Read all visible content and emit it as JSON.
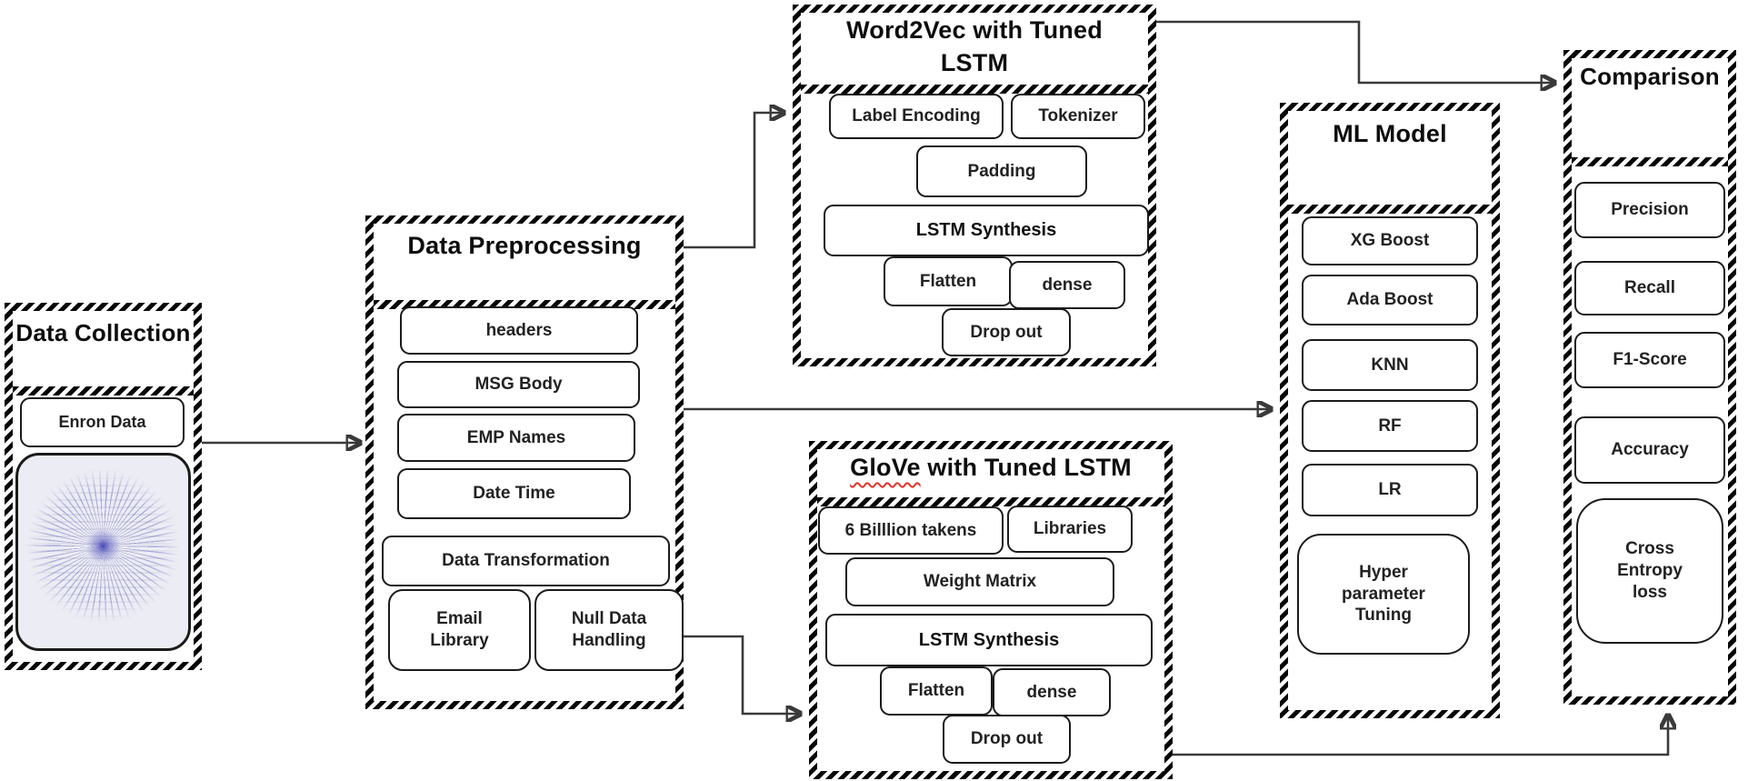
{
  "colors": {
    "border_black": "#1b1b1b",
    "hatch_black": "#060606",
    "arrow": "#3a3a3a",
    "squiggle_red": "#e0342b",
    "image_bg": "#ececf4",
    "ray_blue": "#7678c4"
  },
  "panels": {
    "data_collection": {
      "title": "Data Collection",
      "items": [
        "Enron Data"
      ],
      "image": "enron-wordcloud-starburst"
    },
    "data_preprocessing": {
      "title": "Data Preprocessing",
      "items": [
        "headers",
        "MSG Body",
        "EMP Names",
        "Date Time",
        "Data Transformation",
        "Email Library",
        "Null Data Handling"
      ]
    },
    "word2vec": {
      "title": "Word2Vec with Tuned LSTM",
      "items": [
        "Label Encoding",
        "Tokenizer",
        "Padding",
        "LSTM Synthesis",
        "Flatten",
        "dense",
        "Drop out"
      ]
    },
    "glove": {
      "title_word": "GloVe",
      "title_rest": "with Tuned LSTM",
      "items": [
        "6 Billlion takens",
        "Libraries",
        "Weight Matrix",
        "LSTM Synthesis",
        "Flatten",
        "dense",
        "Drop out"
      ]
    },
    "ml_model": {
      "title": "ML Model",
      "items": [
        "XG Boost",
        "Ada Boost",
        "KNN",
        "RF",
        "LR",
        "Hyper parameter Tuning"
      ]
    },
    "comparison": {
      "title": "Comparison",
      "items": [
        "Precision",
        "Recall",
        "F1-Score",
        "Accuracy",
        "Cross Entropy loss"
      ]
    }
  },
  "connections": [
    {
      "from": "Data Collection",
      "to": "Data Preprocessing"
    },
    {
      "from": "Data Preprocessing",
      "to": "Word2Vec with Tuned LSTM"
    },
    {
      "from": "Data Preprocessing",
      "to": "ML Model"
    },
    {
      "from": "Data Preprocessing",
      "to": "GloVe with Tuned LSTM"
    },
    {
      "from": "Word2Vec with Tuned LSTM",
      "to": "Comparison"
    },
    {
      "from": "GloVe with Tuned LSTM",
      "to": "Comparison"
    }
  ]
}
